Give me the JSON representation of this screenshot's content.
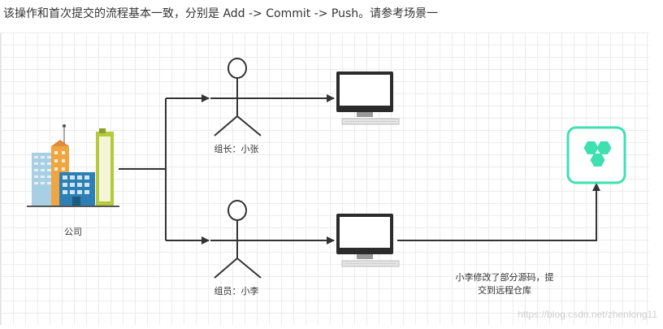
{
  "intro_text": "该操作和首次提交的流程基本一致，分别是 Add -> Commit -> Push。请参考场景一",
  "diagram": {
    "company_label": "公司",
    "leader_label": "组长：小张",
    "member_label": "组员：小李",
    "note_line1": "小李修改了部分源码，提",
    "note_line2": "交到远程仓库",
    "watermark": "https://blog.csdn.net/zhenlong11"
  },
  "colors": {
    "line": "#333333",
    "repo_accent": "#3ee0b0",
    "monitor_frame": "#2b2b2b"
  },
  "icons": {
    "company": "city-buildings-icon",
    "person": "stick-person-icon",
    "computer": "desktop-computer-icon",
    "remote_repo": "remote-repository-icon"
  }
}
